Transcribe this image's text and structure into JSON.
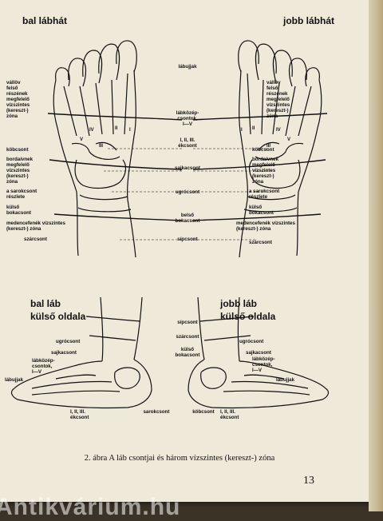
{
  "header": {
    "left": "bal lábhát",
    "right": "jobb lábhát"
  },
  "top_labels": {
    "labujjak": "lábujjak",
    "labkozepcsontok": "lábközép-\ncsontok,\nI—V",
    "i_ii_iii_ekcsont": "I, II, III.\nékcsont",
    "sajkacsont": "sajkacsont",
    "ugrocsont": "ugrócsont",
    "belso_bokacsont": "belső\nbokacsont",
    "sipcsont": "sípcsont",
    "left_valloev": "vállöv\nfelső\nrészének\nmegfelelő\nvízszintes\n(kereszt-)\nzóna",
    "right_valloev": "vállöv\nfelső\nrészének\nmegfelelő\nvízszintes\n(kereszt-)\nzóna",
    "left_kobcsont": "köbcsont",
    "right_kobcsont": "köbcsont",
    "left_bordaiv": "bordaívnek\nmegfelelő\nvízszintes\n(kereszt-)\nzóna",
    "right_bordaiv": "bordaívnek\nmegfelelő\nvízszintes\n(kereszt-)\nzóna",
    "left_sarok": "a sarokcsont\nrészlete",
    "right_sarok": "a sarokcsont\nrészlete",
    "left_kulso_boka": "külső\nbokacsont",
    "right_kulso_boka": "külső\nbokacsont",
    "left_medence": "medencefenék vízszintes\n(kereszt-) zóna",
    "right_medence": "medencefenék vízszintes\n(kereszt-) zóna",
    "left_szarcsont": "szárcsont",
    "right_szarcsont": "szárcsont"
  },
  "bottom_header": {
    "left": "bal láb\nkülső oldala",
    "right": "jobb láb\nkülső oldala"
  },
  "bottom_labels": {
    "sipcsont": "sípcsont",
    "szarcsont": "szárcsont",
    "left_ugro": "ugrócsont",
    "right_ugro": "ugrócsont",
    "left_sajka": "sajkacsont",
    "right_sajka": "sajkacsont",
    "kulso_boka": "külső\nbokacsont",
    "left_labkozep": "lábközép-\ncsontok,\nI—V",
    "right_labkozep": "lábközép-\ncsontok,\nI—V",
    "left_labujjak": "lábujjak",
    "right_labujjak": "lábujjak",
    "left_ekcsont": "I, II, III.\nékcsont",
    "right_ekcsont": "I, II, III.\nékcsont",
    "sarokcsont": "sarokcsont",
    "kobcsont": "köbcsont"
  },
  "roman": {
    "v": "V",
    "iv": "IV",
    "iii": "III",
    "ii": "II",
    "i": "I"
  },
  "caption": "2. ábra A láb csontjai és három vízszintes (kereszt-) zóna",
  "page_number": "13",
  "watermark": "Antikvárium.hu"
}
